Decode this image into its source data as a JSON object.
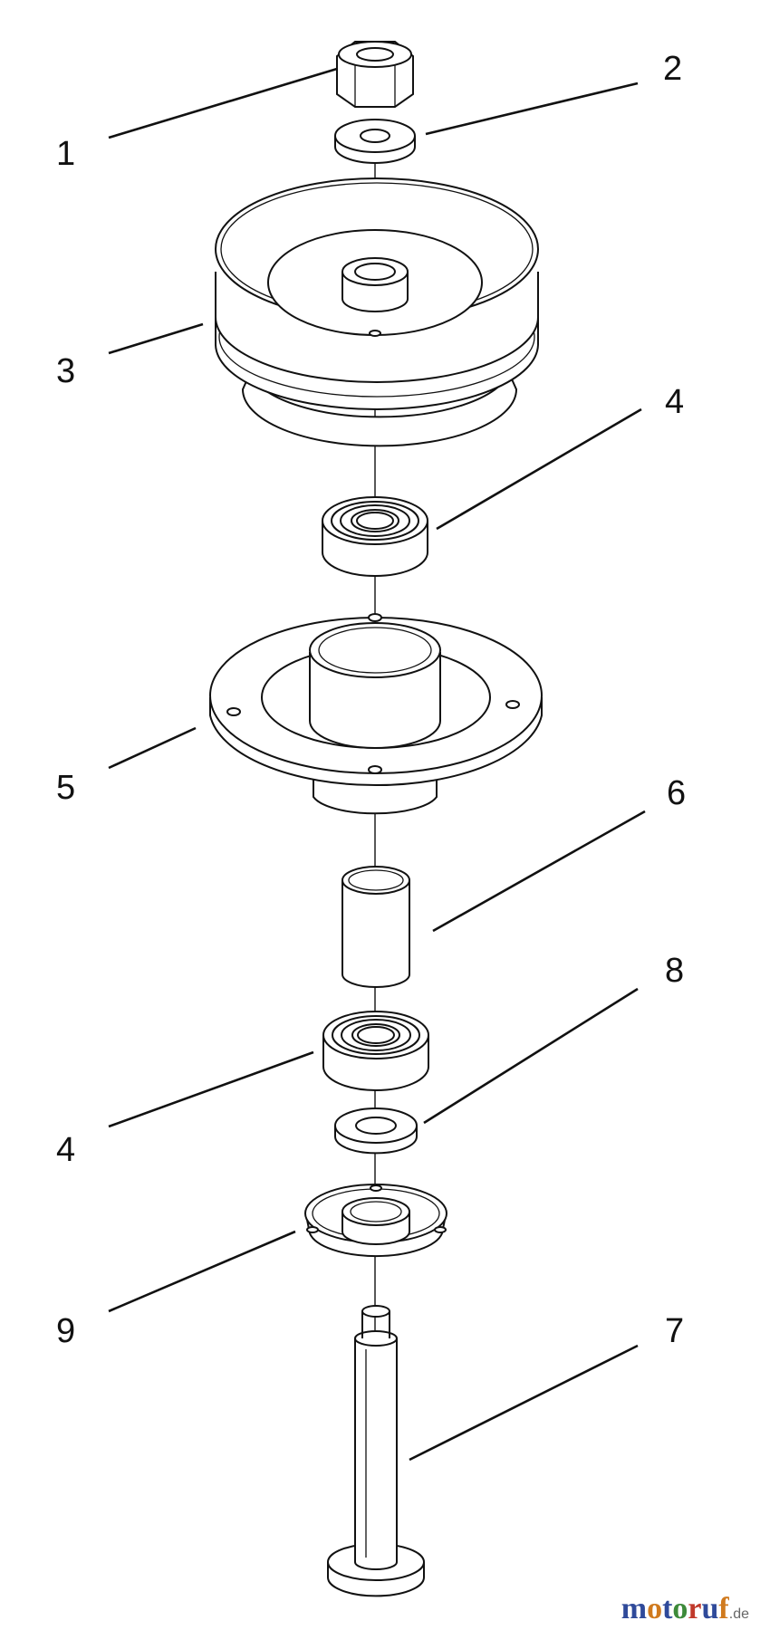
{
  "callouts": {
    "c1": "1",
    "c2": "2",
    "c3": "3",
    "c4a": "4",
    "c4b": "4",
    "c5": "5",
    "c6": "6",
    "c7": "7",
    "c8": "8",
    "c9": "9"
  },
  "watermark": {
    "letters": [
      "m",
      "o",
      "t",
      "o",
      "r",
      "u",
      "f"
    ],
    "letter_colors": [
      "#2f4a9a",
      "#d07a1e",
      "#2f4a9a",
      "#3d8a3a",
      "#c0392b",
      "#2f4a9a",
      "#d07a1e"
    ],
    "suffix": ".de"
  },
  "colors": {
    "line": "#111111",
    "background": "#ffffff"
  }
}
